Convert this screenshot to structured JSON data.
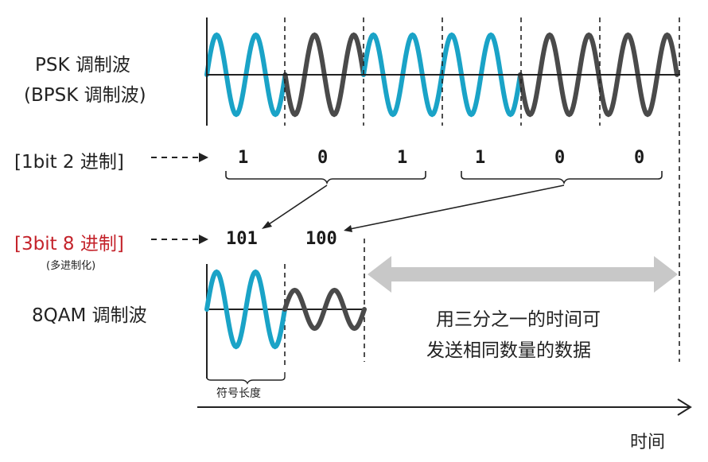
{
  "colors": {
    "blue": "#1aa3c7",
    "gray": "#4a4a4a",
    "red": "#c4232b",
    "arrow_fill": "#c8c8c8",
    "text": "#222222"
  },
  "labels": {
    "psk_line1": "PSK 调制波",
    "psk_line2": "(BPSK 调制波)",
    "binary2": "[1bit 2 进制]",
    "binary8": "[3bit 8 进制]",
    "multilevel": "(多进制化)",
    "qam": "8QAM 调制波",
    "symbol_length": "符号长度",
    "time_axis": "时间",
    "saving_line1": "用三分之一的时间可",
    "saving_line2": "发送相同数量的数据"
  },
  "bits": [
    "1",
    "0",
    "1",
    "1",
    "0",
    "0"
  ],
  "symbols": [
    "101",
    "100"
  ],
  "icons": {
    "small_arrow": "dashed-arrow-icon",
    "time_arrow": "arrow-right-icon",
    "span_arrow": "double-arrow-icon"
  }
}
